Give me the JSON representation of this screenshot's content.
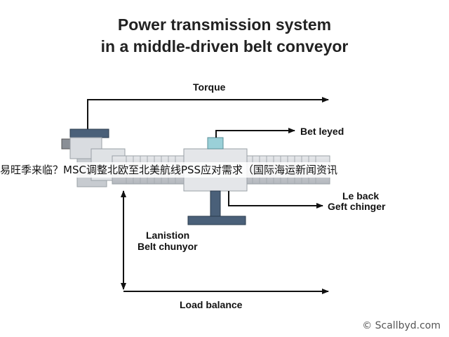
{
  "title_line1": "Power transmission system",
  "title_line2": "in a middle-driven belt conveyor",
  "labels": {
    "torque": "Torque",
    "bet_leyed": "Bet leyed",
    "le_back": "Le back",
    "geft_chinger": "Geft chinger",
    "lanistion": "Lanistion",
    "belt_chunyor": "Belt chunyor",
    "load_balance": "Load balance"
  },
  "overlay_text": "易旺季来临？MSC调整北欧至北美航线PSS应对需求（国际海运新闻资讯",
  "watermark": "© Scallbyd.com",
  "colors": {
    "arrow": "#111111",
    "shaft": "#c9ccd1",
    "support": "#4a6079",
    "tensioner": "#9ad0d8"
  }
}
